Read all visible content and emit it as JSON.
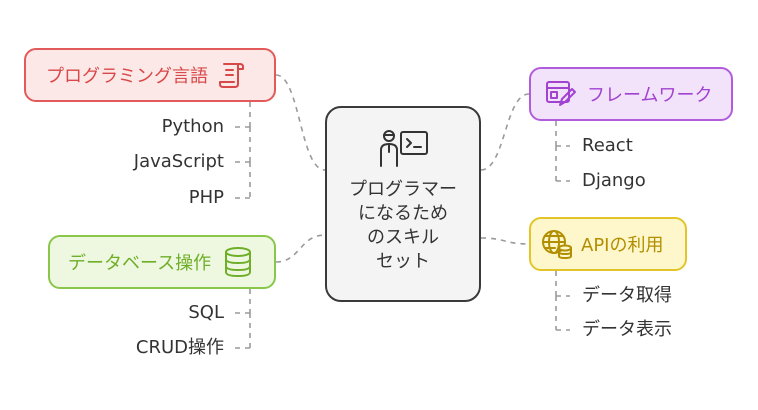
{
  "center": {
    "label": "プログラマー\nになるため\nのスキル\nセット",
    "icon": "programmer-terminal-icon"
  },
  "branches": {
    "programming": {
      "label": "プログラミング言語",
      "icon": "scroll-icon",
      "color": "#e25a5a",
      "items": [
        "Python",
        "JavaScript",
        "PHP"
      ]
    },
    "framework": {
      "label": "フレームワーク",
      "icon": "window-pencil-icon",
      "color": "#b15cdc",
      "items": [
        "React",
        "Django"
      ]
    },
    "database": {
      "label": "データベース操作",
      "icon": "database-icon",
      "color": "#8ac64a",
      "items": [
        "SQL",
        "CRUD操作"
      ]
    },
    "api": {
      "label": "APIの利用",
      "icon": "globe-database-icon",
      "color": "#e3c52a",
      "items": [
        "データ取得",
        "データ表示"
      ]
    }
  }
}
